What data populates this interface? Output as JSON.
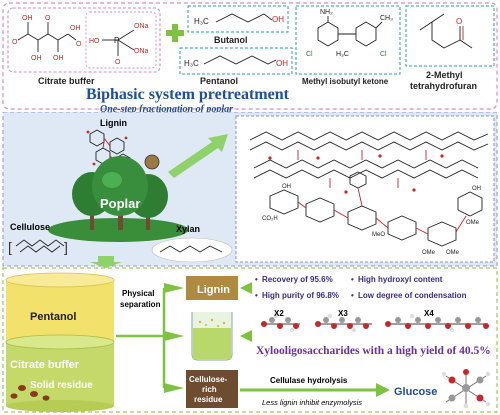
{
  "top": {
    "citrate_label": "Citrate buffer",
    "butanol_label": "Butanol",
    "pentanol_label": "Pentanol",
    "mibk_label": "Methyl isobutyl ketone",
    "mthf_label_1": "2-Methyl",
    "mthf_label_2": "tetrahydrofuran",
    "citrate_atoms": [
      "O",
      "OH",
      "OH",
      "O",
      "OH",
      "OH",
      "O"
    ],
    "phosphate_atoms": [
      "ONa",
      "HO",
      "P",
      "ONa",
      "O"
    ],
    "butanol_atoms": [
      "H₃C",
      "OH"
    ],
    "pentanol_atoms": [
      "H₃C",
      "OH"
    ],
    "mibk_atoms": [
      "NH₂",
      "CH₃",
      "Cl",
      "H₃C",
      "Cl"
    ],
    "mthf_atoms": [
      "O"
    ]
  },
  "title": {
    "main": "Biphasic system pretreatment",
    "sub": "One-step fractionation of poplar"
  },
  "middle": {
    "lignin_label": "Lignin",
    "poplar_label": "Poplar",
    "cellulose_label": "Cellulose",
    "xylan_label": "Xylan",
    "struct_atoms": [
      "OH",
      "OMe",
      "MeO",
      "OMe",
      "CO₂H",
      "OH",
      "OMe"
    ]
  },
  "bottom": {
    "pentanol_layer": "Pentanol",
    "citrate_layer": "Citrate buffer",
    "solid_residue": "Solid residue",
    "physical_1": "Physical",
    "physical_2": "separation",
    "lignin_box": "Lignin",
    "cellulose_box_1": "Cellulose-",
    "cellulose_box_2": "rich",
    "cellulose_box_3": "residue",
    "bullets": [
      "Recovery of 95.6%",
      "High hydroxyl content",
      "High purity of 96.8%",
      "Low degree of condensation"
    ],
    "x_labels": [
      "X2",
      "X3",
      "X4"
    ],
    "xylo_text": "Xylooligosaccharides with a high yield of 40.5%",
    "cellulase": "Cellulase hydrolysis",
    "less_lignin": "Less lignin inhibit enzymolysis",
    "glucose": "Glucose"
  },
  "colors": {
    "dash_pink": "#d98cc4",
    "title_blue": "#1f4fa0",
    "xylo_purple": "#6a2fa8",
    "lignin_box": "#b08a3e",
    "residue_box": "#6d4c2f",
    "cylinder_top": "#f2e16b",
    "cylinder_bottom": "#c5d96b",
    "plus_green": "#7fc241",
    "arrow_green": "#8fd16b",
    "panel_blue": "#dfe9f5",
    "bullet_text": "#3d2a8a"
  }
}
